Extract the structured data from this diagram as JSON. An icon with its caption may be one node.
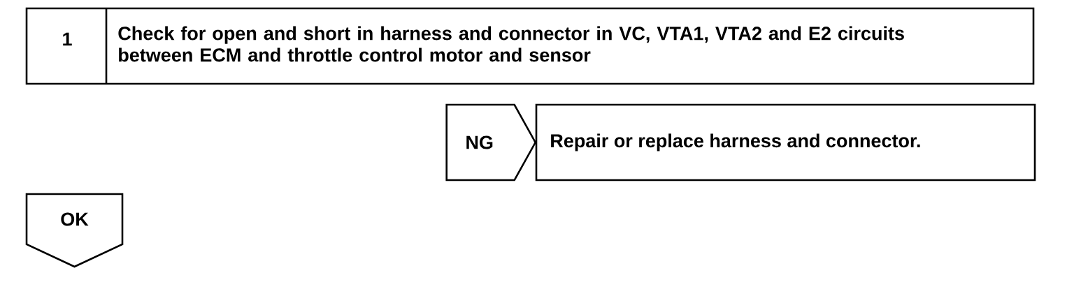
{
  "diagram": {
    "nodes": [
      {
        "text": [
          "1",
          "Check for open and short in harness and connector in VC, VTA1, VTA2 and E2 circuits between ECM and throttle control motor and sensor"
        ]
      },
      {
        "text": [
          "Repair or replace harness and connector."
        ]
      },
      {
        "text": [
          "OK"
        ]
      }
    ],
    "edges": [
      {
        "from": null,
        "to": 1,
        "arrow": "to",
        "label": "NG"
      }
    ]
  }
}
